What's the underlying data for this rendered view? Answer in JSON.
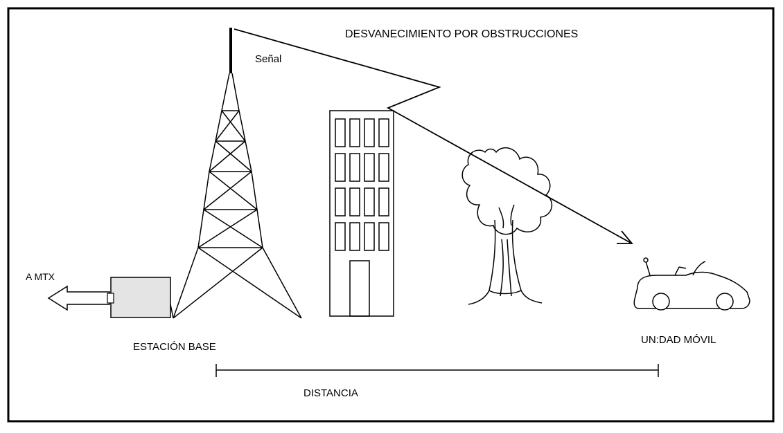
{
  "diagram": {
    "title": "DESVANECIMIENTO POR OBSTRUCCIONES",
    "signal_label": "Señal",
    "mtx_label": "A MTX",
    "base_station_label": "ESTACIÓN BASE",
    "mobile_unit_label": "UN:DAD MÓVIL",
    "distance_label": "DISTANCIA"
  },
  "colors": {
    "line": "#000000",
    "background": "#ffffff",
    "station_box": "#e4e4e4"
  }
}
